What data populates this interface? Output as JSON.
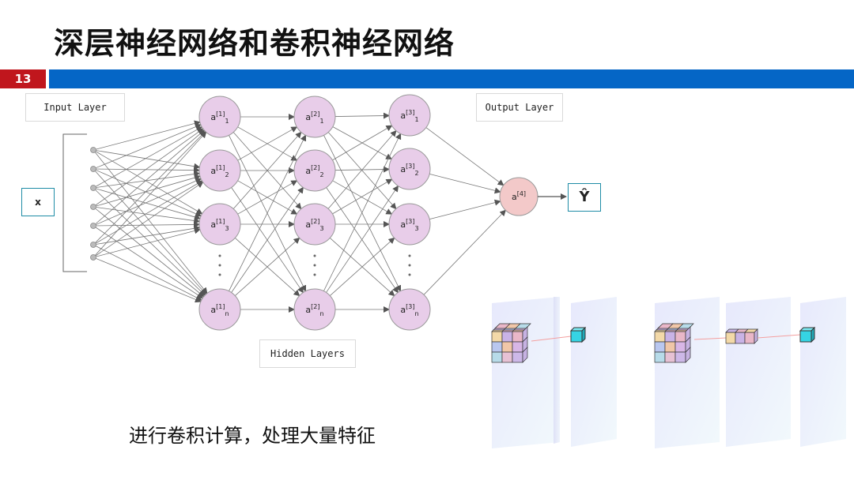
{
  "slide": {
    "title": "深层神经网络和卷积神经网络",
    "page_number": "13",
    "accent_red": "#c0161d",
    "accent_blue": "#0566c6"
  },
  "labels": {
    "input_layer": "Input Layer",
    "output_layer": "Output Layer",
    "hidden_layers": "Hidden Layers",
    "x": "x",
    "y_hat": "Ŷ"
  },
  "network": {
    "hidden_layers": [
      {
        "layer": "1",
        "units": [
          "1",
          "2",
          "3",
          "n"
        ]
      },
      {
        "layer": "2",
        "units": [
          "1",
          "2",
          "3",
          "n"
        ]
      },
      {
        "layer": "3",
        "units": [
          "1",
          "2",
          "3",
          "n"
        ]
      }
    ],
    "output_layer": "4",
    "node_fill": "#e8cde9",
    "output_fill": "#f3c9c9"
  },
  "caption": "进行卷积计算，处理大量特征"
}
